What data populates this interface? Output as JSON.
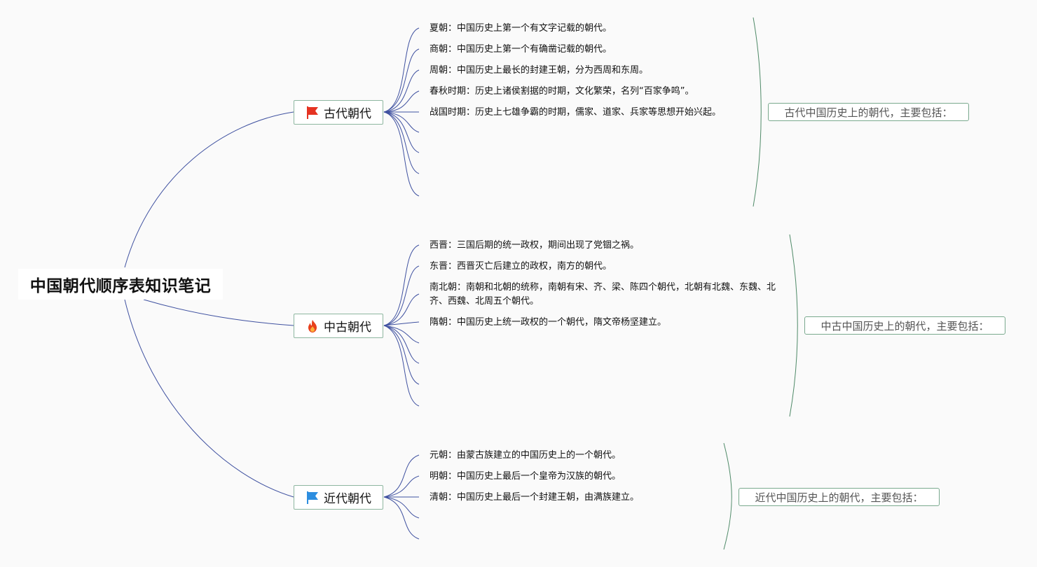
{
  "root": {
    "title": "中国朝代顺序表知识笔记"
  },
  "colors": {
    "connector": "#3f51a0",
    "brace": "#4f8a68",
    "node_border": "#8eb6a0",
    "flag_red": "#e53322",
    "flag_blue": "#2d8ee0",
    "fire": "#e8401c"
  },
  "branches": [
    {
      "label": "古代朝代",
      "icon": "red-flag-icon",
      "summary": "古代中国历史上的朝代，主要包括：",
      "items": [
        "夏朝：中国历史上第一个有文字记载的朝代。",
        "商朝：中国历史上第一个有确凿记载的朝代。",
        "周朝：中国历史上最长的封建王朝，分为西周和东周。",
        "春秋时期：历史上诸侯割据的时期，文化繁荣，名列“百家争鸣”。",
        "战国时期：历史上七雄争霸的时期，儒家、道家、兵家等思想开始兴起。"
      ]
    },
    {
      "label": "中古朝代",
      "icon": "fire-icon",
      "summary": "中古中国历史上的朝代，主要包括：",
      "items": [
        "西晋：三国后期的统一政权，期间出现了党锢之祸。",
        "东晋：西晋灭亡后建立的政权，南方的朝代。",
        "南北朝：南朝和北朝的统称，南朝有宋、齐、梁、陈四个朝代，北朝有北魏、东魏、北齐、西魏、北周五个朝代。",
        "隋朝：中国历史上统一政权的一个朝代，隋文帝杨坚建立。"
      ]
    },
    {
      "label": "近代朝代",
      "icon": "blue-flag-icon",
      "summary": "近代中国历史上的朝代，主要包括：",
      "items": [
        "元朝：由蒙古族建立的中国历史上的一个朝代。",
        "明朝：中国历史上最后一个皇帝为汉族的朝代。",
        "清朝：中国历史上最后一个封建王朝，由满族建立。"
      ]
    }
  ]
}
